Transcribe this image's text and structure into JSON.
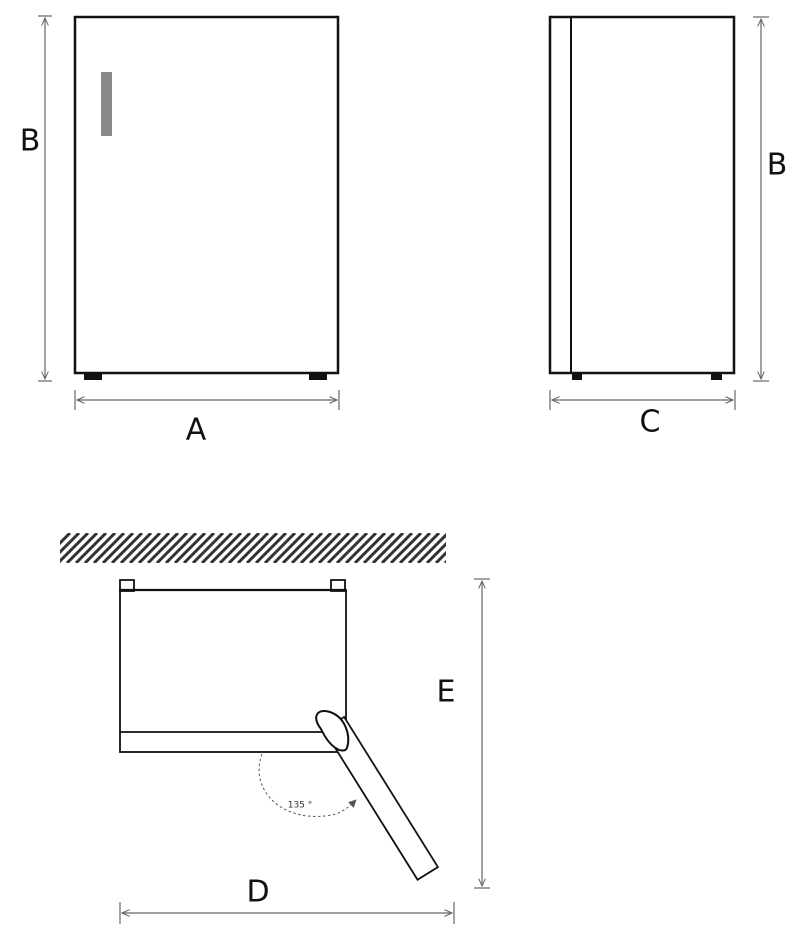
{
  "labels": {
    "front_height": "B",
    "front_width": "A",
    "side_height": "B",
    "side_depth": "C",
    "door_open_depth": "E",
    "door_open_width": "D",
    "door_angle": "135 °"
  },
  "colors": {
    "outline": "#111111",
    "handle": "#8a8a8a",
    "dimension_line": "#666666",
    "hatch": "#333333"
  }
}
